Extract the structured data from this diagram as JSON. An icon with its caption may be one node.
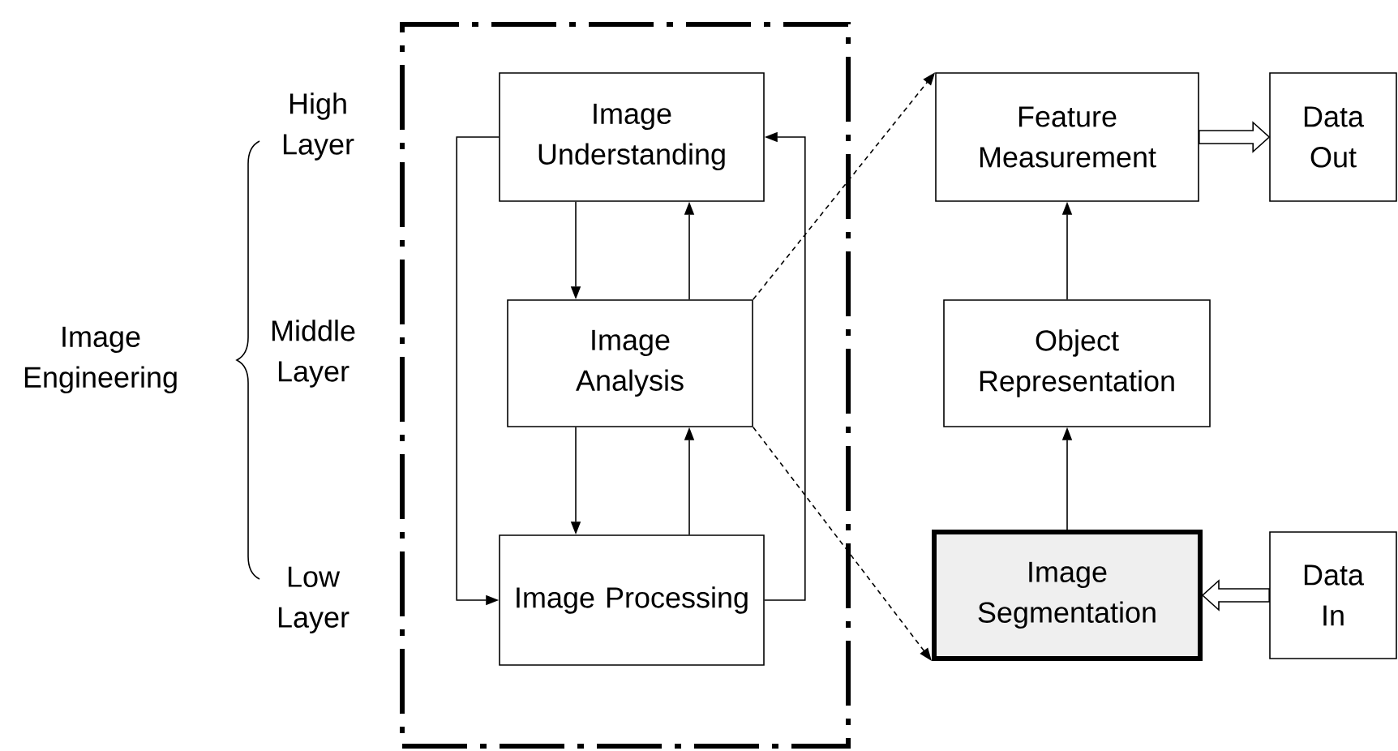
{
  "diagram": {
    "nodes": [
      {
        "text": [],
        "shape": "box"
      },
      {
        "text": [
          "Image Understanding"
        ],
        "in": 0
      },
      {
        "text": [
          "Image Analysis"
        ],
        "in": 0
      },
      {
        "text": [
          "Image Processing"
        ],
        "in": 0
      },
      {
        "text": [
          "Feature Measurement"
        ]
      },
      {
        "text": [
          "Data Out"
        ]
      },
      {
        "text": [
          "Object Representation"
        ]
      },
      {
        "text": [
          "Image Segmentation"
        ]
      },
      {
        "text": [
          "Data In"
        ]
      }
    ],
    "edges": [
      {
        "from": 1,
        "to": 2,
        "arrow": "to"
      },
      {
        "from": 2,
        "to": 1,
        "arrow": "to"
      },
      {
        "from": 2,
        "to": 3,
        "arrow": "to"
      },
      {
        "from": 3,
        "to": 2,
        "arrow": "to"
      },
      {
        "from": 1,
        "to": 3,
        "arrow": "to"
      },
      {
        "from": 3,
        "to": 1,
        "arrow": "to"
      },
      {
        "from": 2,
        "to": 4,
        "arrow": "to",
        "style": "dashed"
      },
      {
        "from": 2,
        "to": 7,
        "arrow": "to",
        "style": "dashed"
      },
      {
        "from": 7,
        "to": 6,
        "arrow": "to"
      },
      {
        "from": 6,
        "to": 4,
        "arrow": "to"
      },
      {
        "from": 4,
        "to": 5,
        "arrow": "to",
        "style": "thick"
      },
      {
        "from": 8,
        "to": 7,
        "arrow": "to",
        "style": "thick"
      }
    ],
    "labels": [
      "Image Engineering",
      "High Layer",
      "Middle Layer",
      "Low Layer"
    ]
  }
}
